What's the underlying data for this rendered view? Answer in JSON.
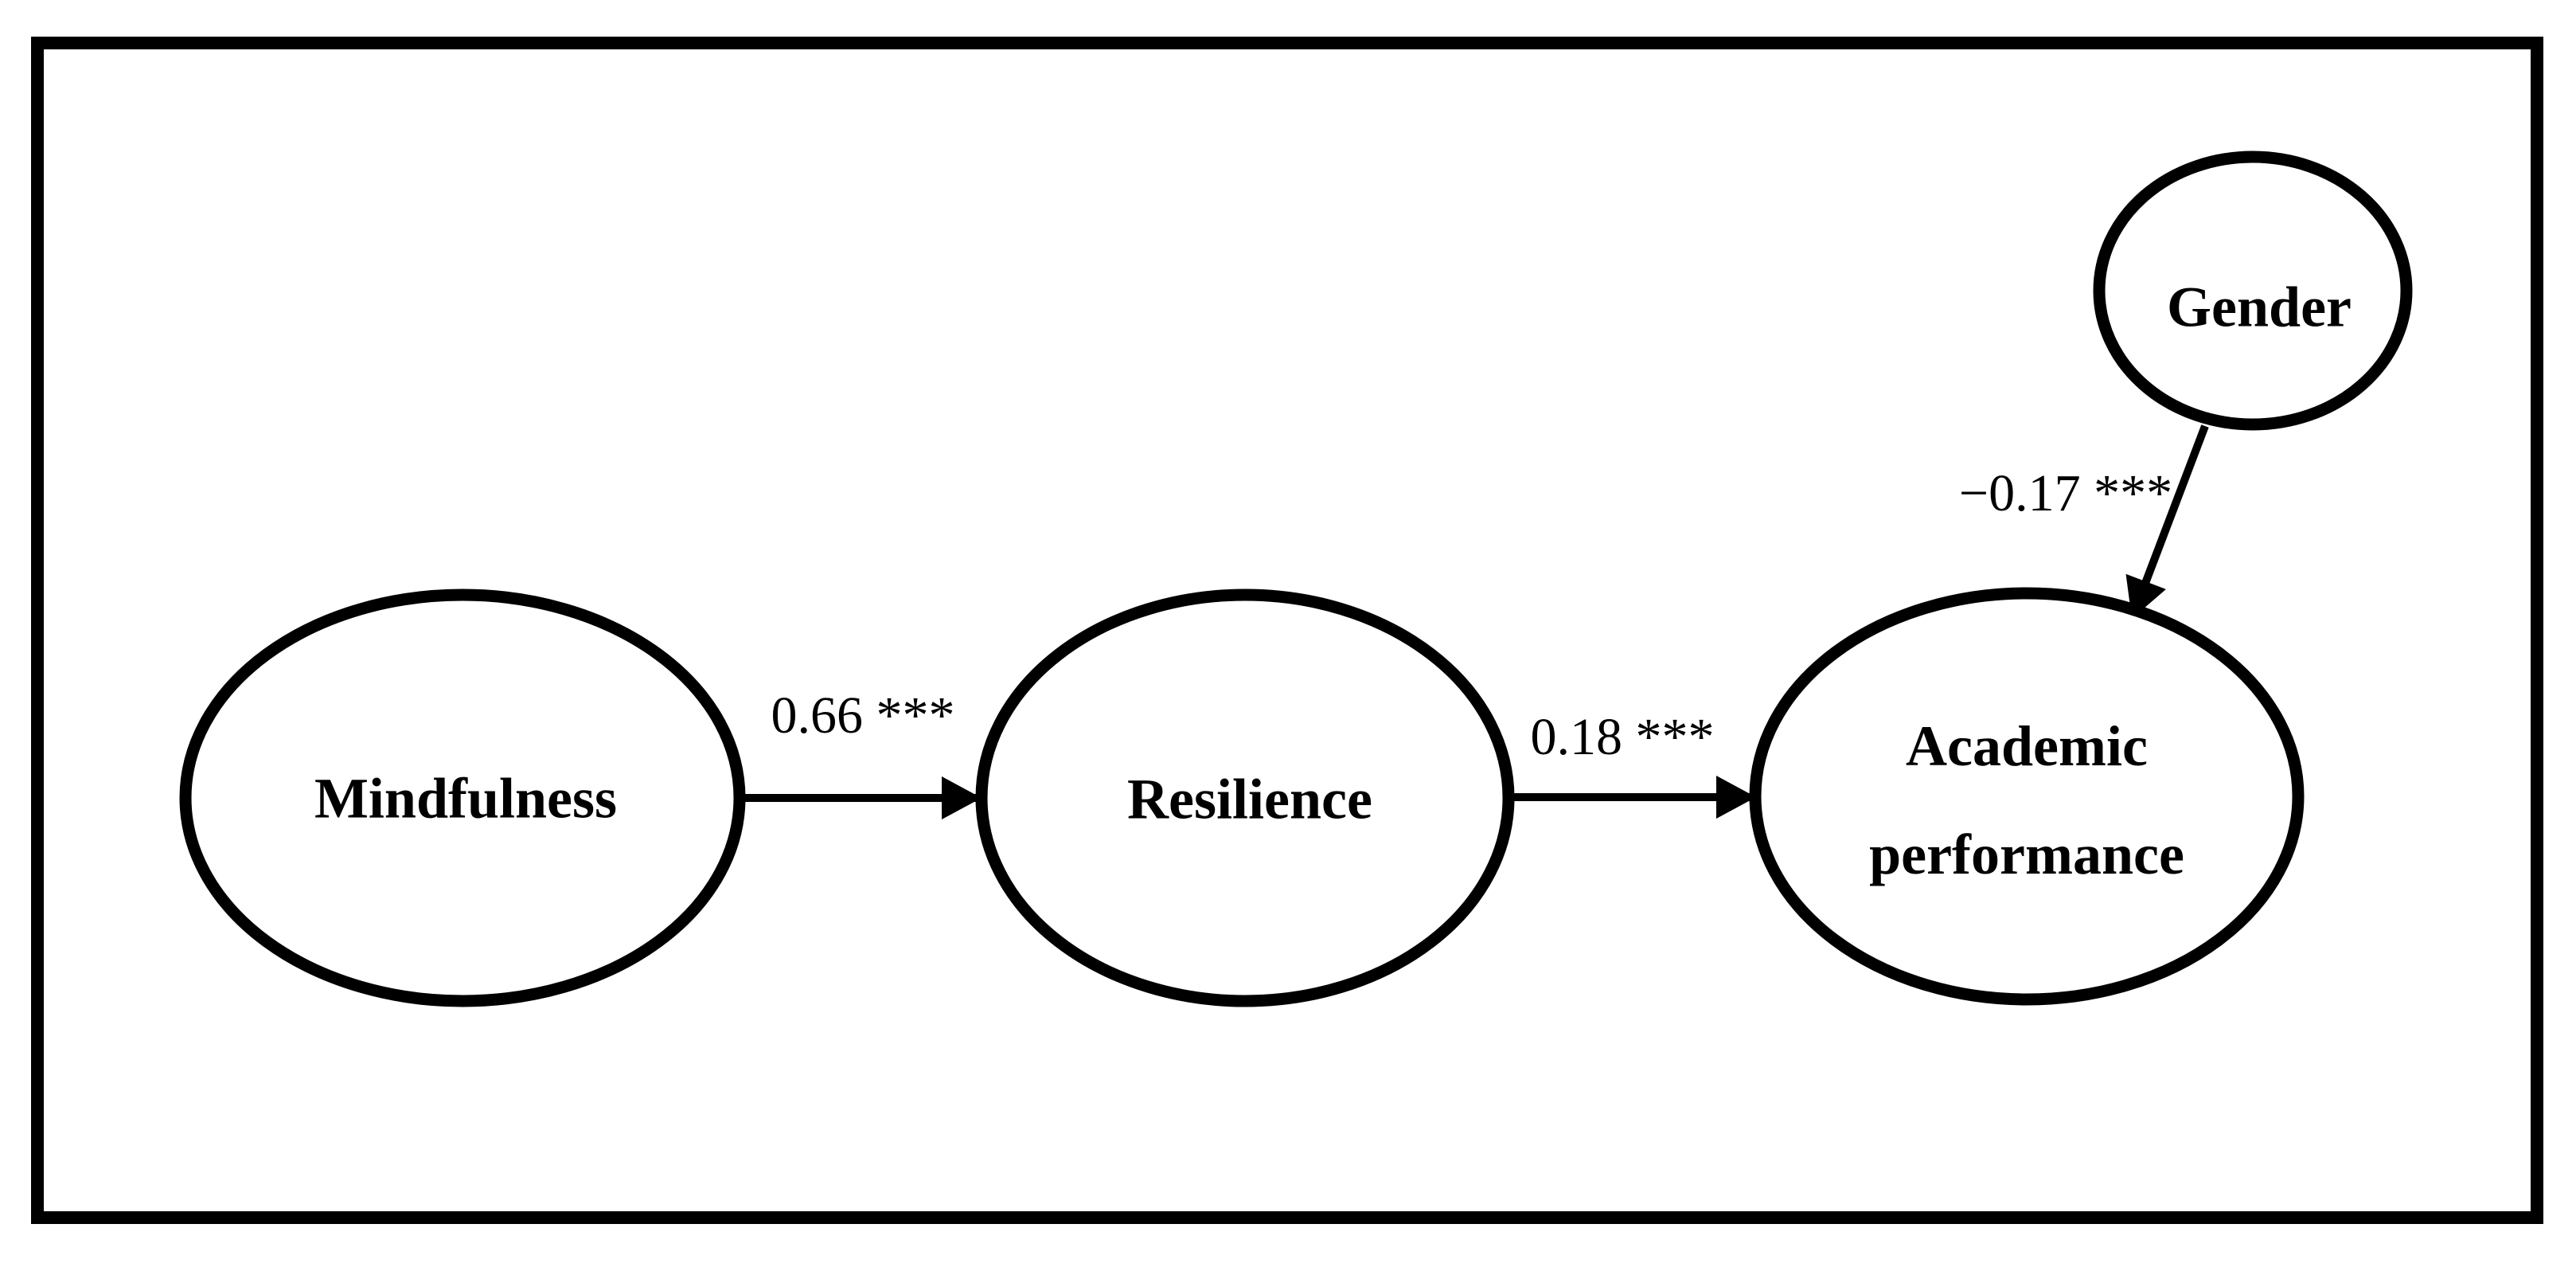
{
  "figure": {
    "type": "path-diagram",
    "background_color": "#ffffff",
    "stroke_color": "#000000",
    "nodes": [
      {
        "id": "mindfulness",
        "shape": "ellipse",
        "label": "Mindfulness"
      },
      {
        "id": "resilience",
        "shape": "ellipse",
        "label": "Resilience"
      },
      {
        "id": "academic-performance",
        "shape": "ellipse",
        "label_line1": "Academic",
        "label_line2": "performance"
      },
      {
        "id": "gender",
        "shape": "ellipse",
        "label": "Gender"
      }
    ],
    "paths": [
      {
        "from": "Mindfulness",
        "to": "Resilience",
        "coefficient": "0.66 ***"
      },
      {
        "from": "Resilience",
        "to": "Academic performance",
        "coefficient": "0.18 ***"
      },
      {
        "from": "Gender",
        "to": "Academic performance",
        "coefficient": "−0.17 ***"
      }
    ]
  }
}
